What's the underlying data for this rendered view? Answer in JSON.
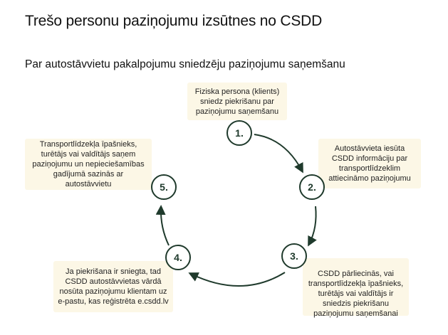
{
  "title": "Trešo personu paziņojumu izsūtnes no CSDD",
  "subtitle": "Par autostāvvietu pakalpojumu sniedzēju paziņojumu saņemšanu",
  "steps": [
    {
      "number": "1.",
      "text": "Fiziska persona (klients) sniedz piekrišanu par paziņojumu saņemšanu"
    },
    {
      "number": "2.",
      "text": "Autostāvvieta iesūta CSDD informāciju par transportlīdzeklim attiecināmo paziņojumu"
    },
    {
      "number": "3.",
      "text": "CSDD pārliecinās, vai transportlīdzekļa īpašnieks, turētājs vai valdītājs ir sniedzis piekrišanu paziņojumu saņemšanai"
    },
    {
      "number": "4.",
      "text": "Ja piekrišana ir sniegta, tad CSDD autostāvvietas vārdā nosūta paziņojumu klientam uz e-pastu, kas reģistrēta e.csdd.lv"
    },
    {
      "number": "5.",
      "text": "Transportlīdzekļa īpašnieks, turētājs vai valdītājs saņem paziņojumu un nepieciešamības gadījumā sazinās ar autostāvvietu"
    }
  ],
  "colors": {
    "accent": "#1f3a2c",
    "box": "#fcf7e6"
  }
}
